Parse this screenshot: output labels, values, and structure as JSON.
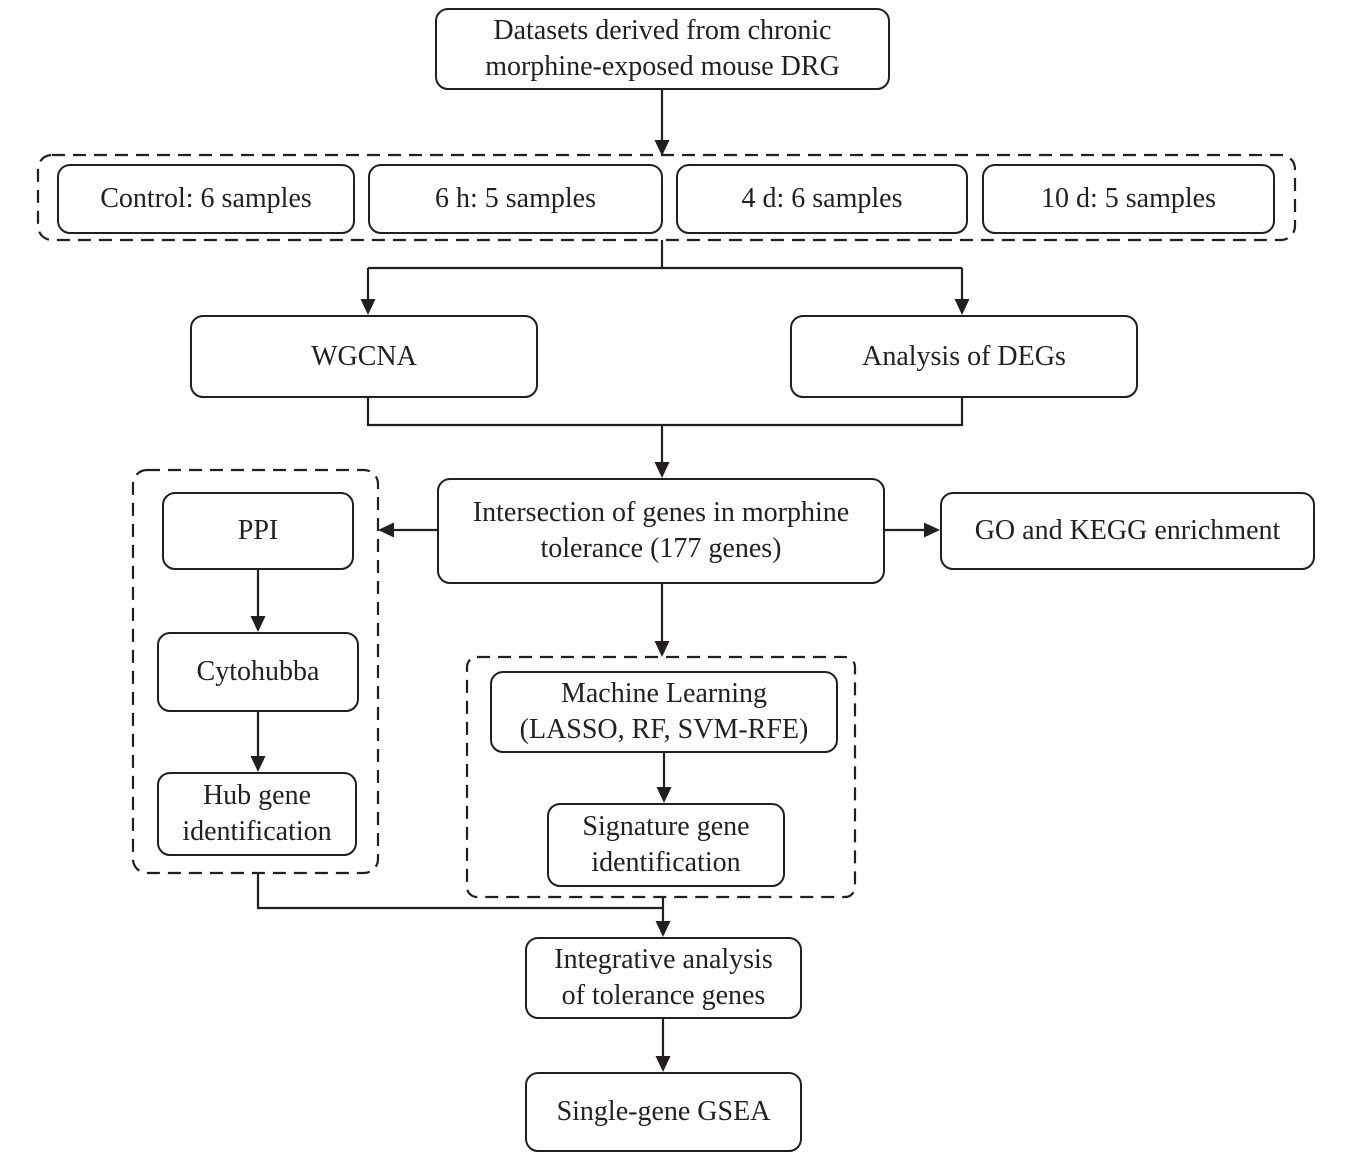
{
  "colors": {
    "line": "#231f20",
    "box_border": "#231f20",
    "box_background": "#ffffff",
    "page_background": "#ffffff"
  },
  "nodes": {
    "datasets": {
      "lines": [
        "Datasets derived from chronic",
        "morphine-exposed mouse DRG"
      ]
    },
    "control": {
      "lines": [
        "Control: 6 samples"
      ]
    },
    "six_hours": {
      "lines": [
        "6 h: 5 samples"
      ]
    },
    "four_days": {
      "lines": [
        "4 d: 6 samples"
      ]
    },
    "ten_days": {
      "lines": [
        "10 d: 5 samples"
      ]
    },
    "wgcna": {
      "lines": [
        "WGCNA"
      ]
    },
    "degs": {
      "lines": [
        "Analysis of DEGs"
      ]
    },
    "intersection": {
      "lines": [
        "Intersection of genes in morphine",
        "tolerance (177 genes)"
      ]
    },
    "go_kegg": {
      "lines": [
        "GO and KEGG enrichment"
      ]
    },
    "ppi": {
      "lines": [
        "PPI"
      ]
    },
    "cytohubba": {
      "lines": [
        "Cytohubba"
      ]
    },
    "hub_gene": {
      "lines": [
        "Hub gene",
        "identification"
      ]
    },
    "machine_learning": {
      "lines": [
        "Machine Learning",
        "(LASSO, RF, SVM-RFE)"
      ]
    },
    "signature_gene": {
      "lines": [
        "Signature gene",
        "identification"
      ]
    },
    "integrative": {
      "lines": [
        "Integrative analysis",
        "of tolerance genes"
      ]
    },
    "gsea": {
      "lines": [
        "Single-gene GSEA"
      ]
    }
  }
}
